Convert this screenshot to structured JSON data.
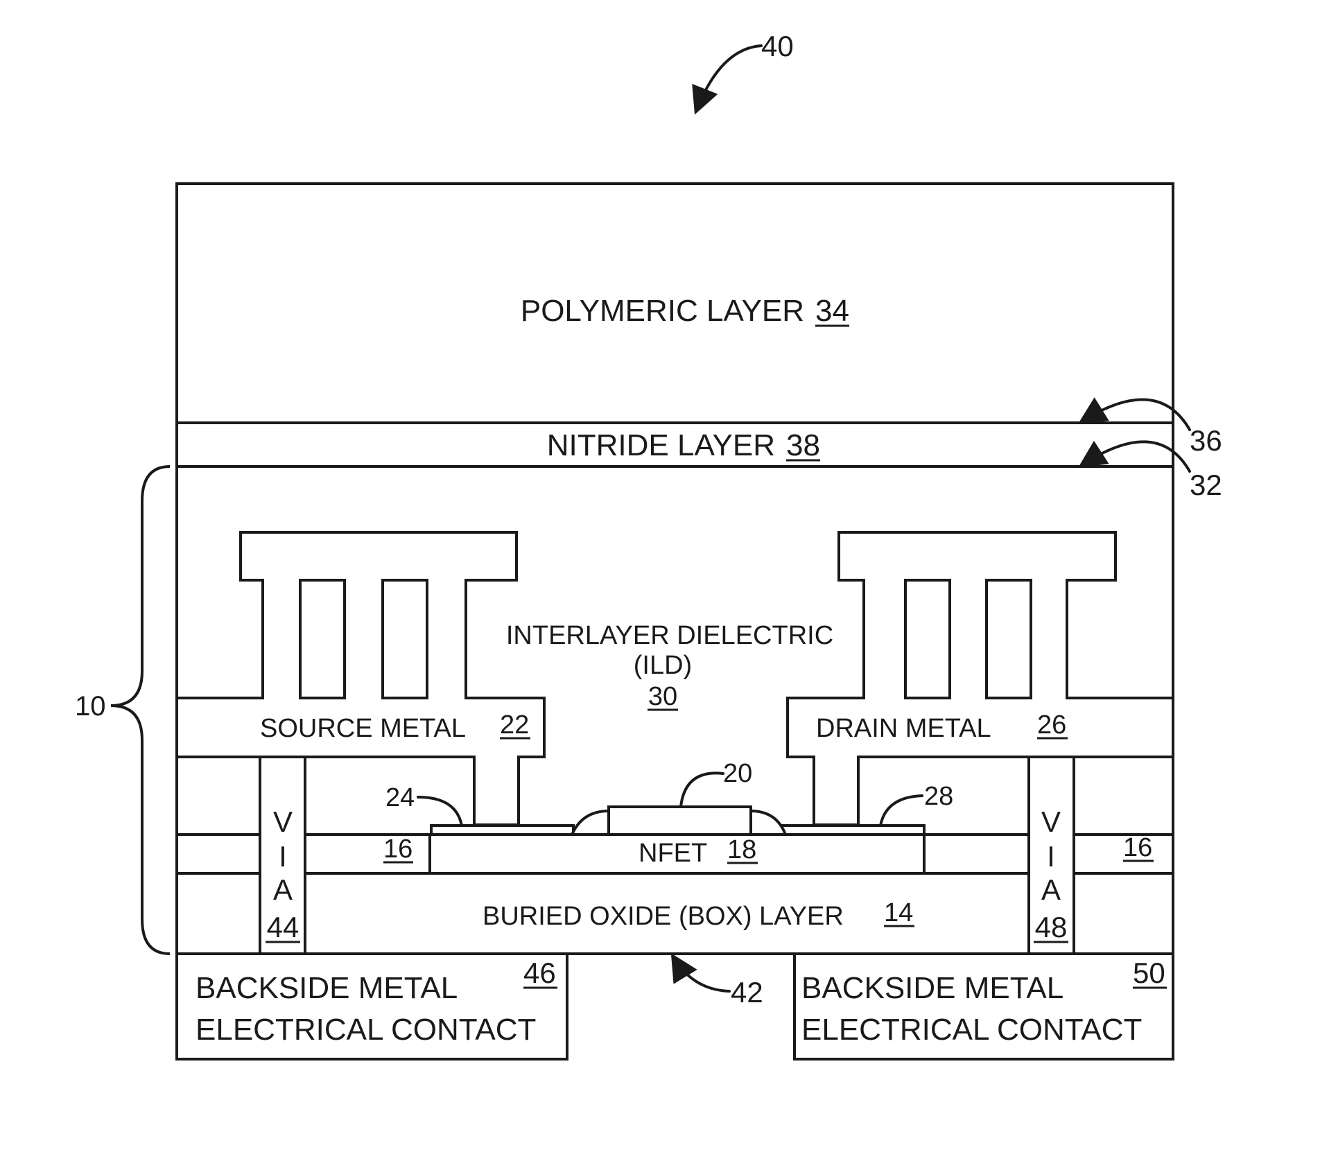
{
  "refs": {
    "r40": "40",
    "r36": "36",
    "r32": "32",
    "r10": "10",
    "r42": "42",
    "r20": "20",
    "r24": "24",
    "r28": "28"
  },
  "layers": {
    "polymeric": {
      "label": "POLYMERIC LAYER",
      "num": "34"
    },
    "nitride": {
      "label": "NITRIDE LAYER",
      "num": "38"
    },
    "ild": {
      "line1": "INTERLAYER DIELECTRIC",
      "line2": "(ILD)",
      "num": "30"
    },
    "source_metal": {
      "label": "SOURCE  METAL",
      "num": "22"
    },
    "drain_metal": {
      "label": "DRAIN  METAL",
      "num": "26"
    },
    "nfet": {
      "label": "NFET",
      "num": "18"
    },
    "si_left": {
      "num": "16"
    },
    "si_right": {
      "num": "16"
    },
    "box": {
      "label": "BURIED OXIDE (BOX) LAYER",
      "num": "14"
    }
  },
  "vias": {
    "left": {
      "letters": [
        "V",
        "I",
        "A"
      ],
      "num": "44"
    },
    "right": {
      "letters": [
        "V",
        "I",
        "A"
      ],
      "num": "48"
    }
  },
  "contacts": {
    "left": {
      "line1": "BACKSIDE METAL",
      "line2": "ELECTRICAL CONTACT",
      "num": "46"
    },
    "right": {
      "line1": "BACKSIDE METAL",
      "line2": "ELECTRICAL CONTACT",
      "num": "50"
    }
  }
}
